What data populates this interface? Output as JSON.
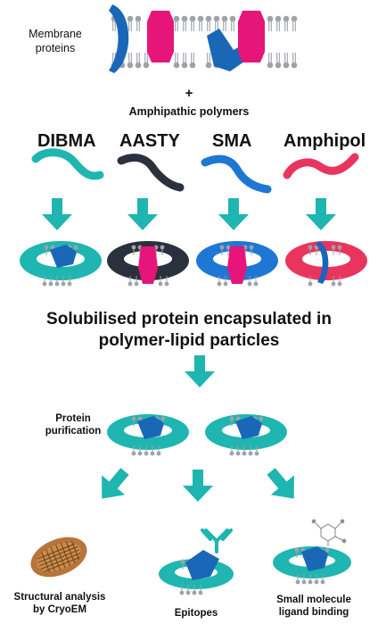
{
  "membrane": {
    "label_line1": "Membrane",
    "label_line2": "proteins"
  },
  "plus_symbol": "+",
  "amphipathic": "Amphipathic polymers",
  "polymers": [
    {
      "name": "DIBMA",
      "color": "#1fb5b0"
    },
    {
      "name": "AASTY",
      "color": "#2b313c"
    },
    {
      "name": "SMA",
      "color": "#1f77d4"
    },
    {
      "name": "Amphipol",
      "color": "#e9355d"
    }
  ],
  "colors": {
    "teal": "#1fb5b0",
    "blue": "#1a67b8",
    "magenta": "#e6157a",
    "lipid": "#9ea3a8",
    "grid": "#b8743a"
  },
  "result": {
    "line1": "Solubilised protein encapsulated in",
    "line2": "polymer-lipid particles"
  },
  "purification": {
    "line1": "Protein",
    "line2": "purification"
  },
  "applications": [
    {
      "line1": "Structural analysis",
      "line2": "by CryoEM"
    },
    {
      "line1": "Epitopes",
      "line2": ""
    },
    {
      "line1": "Small molecule",
      "line2": "ligand binding"
    }
  ],
  "icons": [
    "membrane-bilayer-icon",
    "arrow-down-icon",
    "nanodisc-icon",
    "cryoem-grid-icon",
    "antibody-icon",
    "molecule-icon"
  ]
}
